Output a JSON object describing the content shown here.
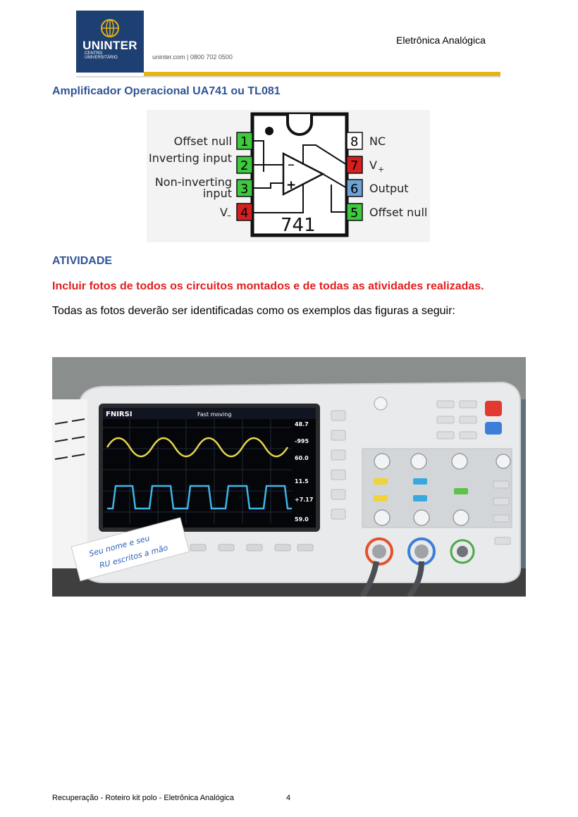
{
  "header": {
    "logo_name": "UNINTER",
    "logo_sub1": "CENTRO",
    "logo_sub2": "UNIVERSITÁRIO",
    "contact": "uninter.com  |  0800 702 0500",
    "doc_title": "Eletrônica Analógica",
    "colors": {
      "navy": "#1d3f72",
      "gold": "#e7b417"
    }
  },
  "section1": {
    "title": "Amplificador Operacional UA741 ou TL081"
  },
  "pinout": {
    "chip_label": "741",
    "left_pins": [
      {
        "num": "1",
        "label": "Offset null",
        "color": "#3ec93e"
      },
      {
        "num": "2",
        "label": "Inverting input",
        "color": "#3ec93e"
      },
      {
        "num": "3",
        "label_line1": "Non-inverting",
        "label_line2": "input",
        "color": "#3ec93e"
      },
      {
        "num": "4",
        "label": "V",
        "sub": "–",
        "color": "#d62020"
      }
    ],
    "right_pins": [
      {
        "num": "8",
        "label": "NC",
        "color": "#ffffff"
      },
      {
        "num": "7",
        "label": "V",
        "sub": "+",
        "color": "#d62020"
      },
      {
        "num": "6",
        "label": "Output",
        "color": "#6fa2d6"
      },
      {
        "num": "5",
        "label": "Offset null",
        "color": "#3ec93e"
      }
    ],
    "minus_sign": "–",
    "plus_sign": "+"
  },
  "section2": {
    "title": "ATIVIDADE",
    "instruction": "Incluir fotos de todos os circuitos montados e de todas as atividades realizadas.",
    "body": "Todas as fotos deverão ser identificadas como os exemplos das figuras a seguir:"
  },
  "photo": {
    "brand": "FNIRSI",
    "mode": "Fast moving",
    "note_line1": "Seu nome e seu",
    "note_line2": "RU escritos a mão",
    "readouts": [
      "48.7",
      "-995",
      "60.0",
      "11.5",
      "+7.17",
      "59.0"
    ]
  },
  "footer": {
    "text": "Recuperação - Roteiro kit polo - Eletrônica Analógica",
    "page": "4"
  }
}
